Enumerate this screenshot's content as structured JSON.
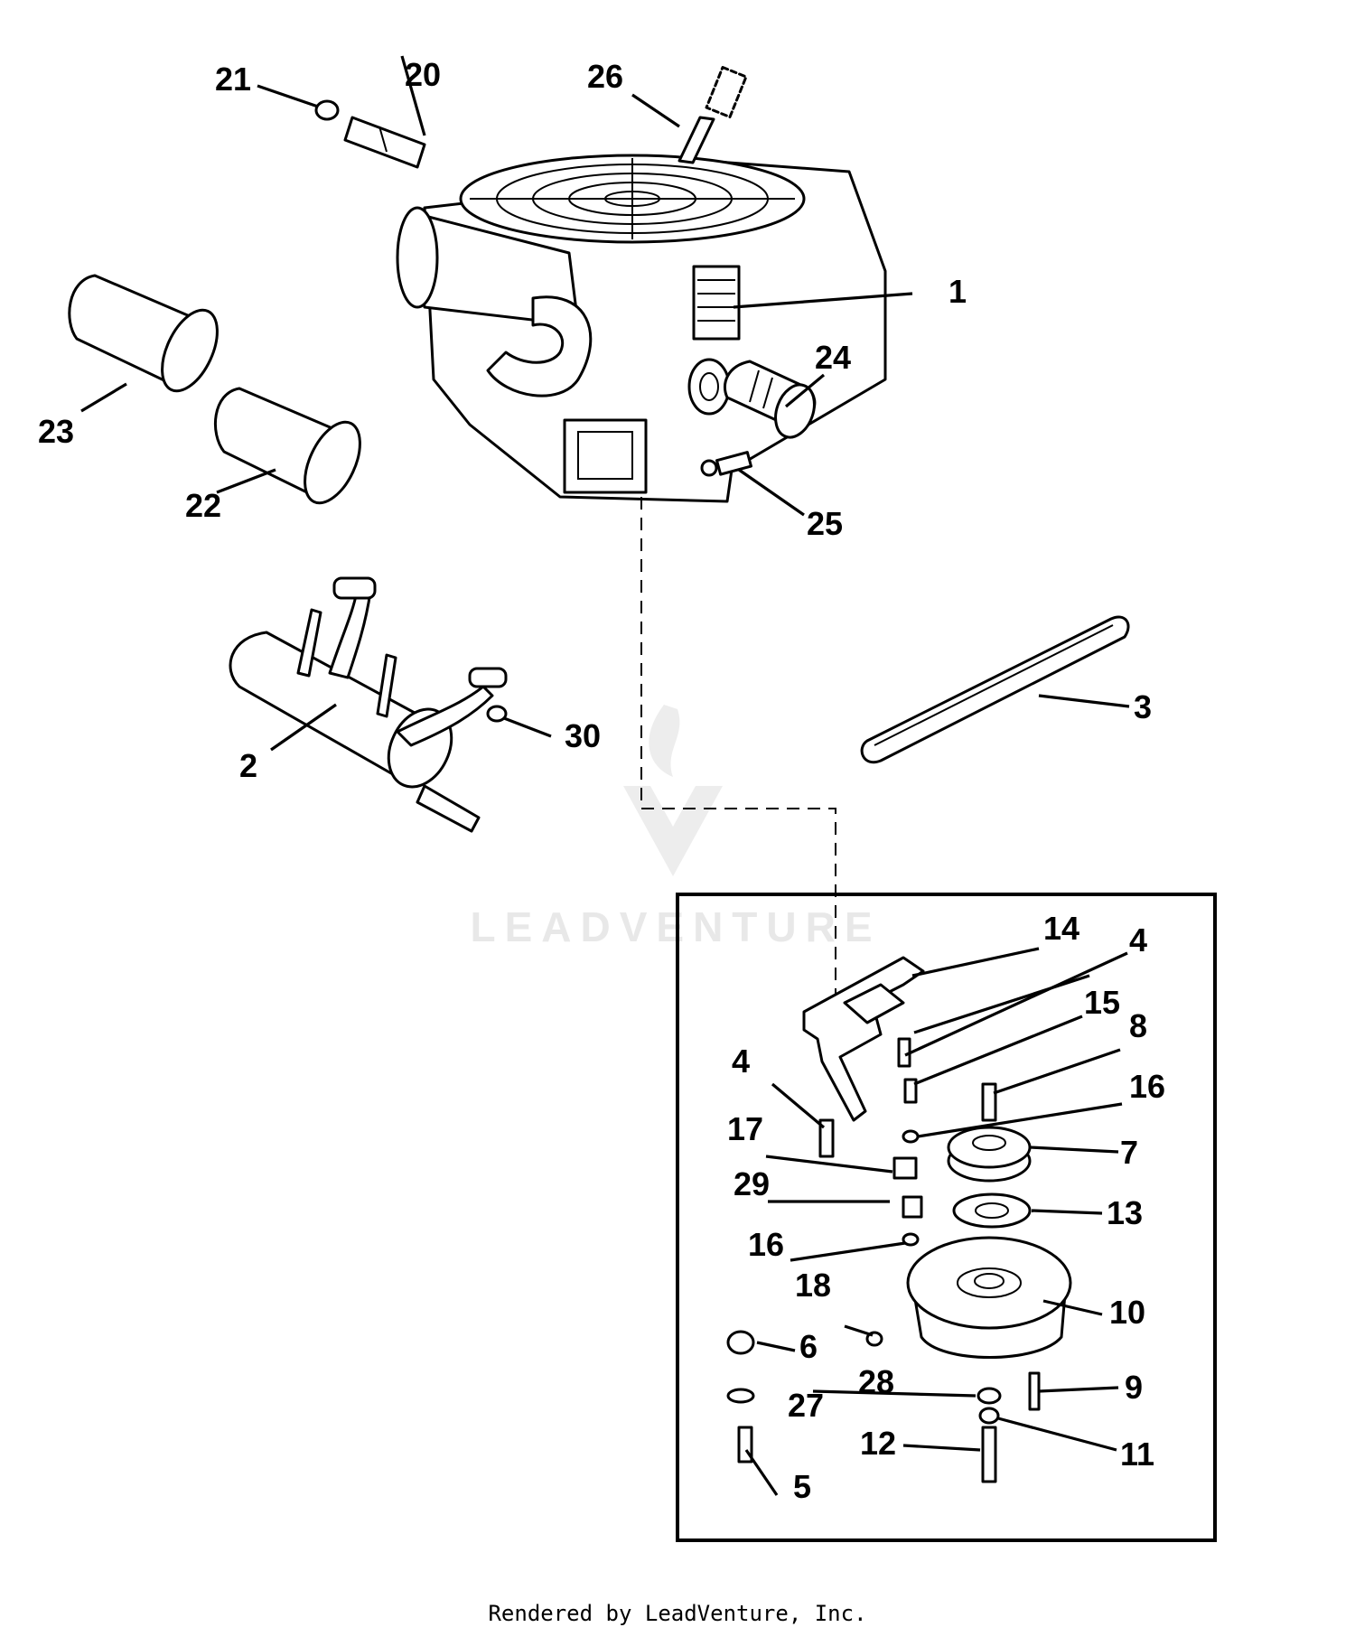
{
  "callouts": {
    "c1": "1",
    "c2": "2",
    "c3": "3",
    "c4a": "4",
    "c4b": "4",
    "c5": "5",
    "c6": "6",
    "c7": "7",
    "c8": "8",
    "c9": "9",
    "c10": "10",
    "c11": "11",
    "c12": "12",
    "c13": "13",
    "c14": "14",
    "c15": "15",
    "c16a": "16",
    "c16b": "16",
    "c17": "17",
    "c18": "18",
    "c20": "20",
    "c21": "21",
    "c22": "22",
    "c23": "23",
    "c24": "24",
    "c25": "25",
    "c26": "26",
    "c27": "27",
    "c28": "28",
    "c29": "29",
    "c30": "30"
  },
  "watermark": "LEADVENTURE",
  "footer": "Rendered by LeadVenture, Inc."
}
